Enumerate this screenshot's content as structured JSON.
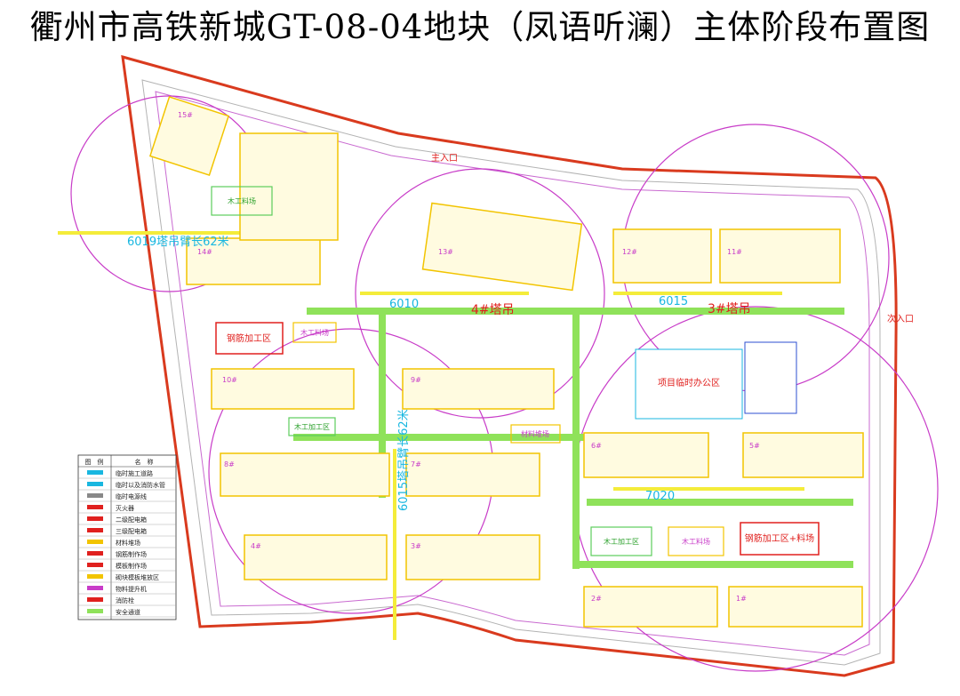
{
  "title": "衢州市高铁新城GT-08-04地块（凤语听澜）主体阶段布置图",
  "gates": {
    "main": "主入口",
    "secondary": "次入口"
  },
  "areas": {
    "rebar_west": "钢筋加工区",
    "wood_top": "木工料场",
    "wood_mid": "木工加工区",
    "wood_se": "木工加工区",
    "rebar_se": "钢筋加工区+料场",
    "yellow_mid": "材料堆场",
    "yellow_top": "木工料场",
    "yellow_se": "木工料场",
    "office": "项目临时办公区"
  },
  "cranes": [
    {
      "label": "4#塔吊"
    },
    {
      "label": "3#塔吊"
    }
  ],
  "crane_ids": {
    "c6019": "6019塔吊臂长62米",
    "c6010": "6010",
    "c6015": "6015",
    "c7020": "7020",
    "vertical": "6015塔吊臂长62米"
  },
  "buildings": [
    "1#",
    "2#",
    "3#",
    "4#",
    "5#",
    "6#",
    "7#",
    "8#",
    "9#",
    "10#",
    "11#",
    "12#",
    "13#",
    "14#",
    "15#"
  ],
  "legend": {
    "header": [
      "图　例",
      "名　称"
    ],
    "items": [
      "临时施工道路",
      "临时以及消防水管",
      "临时电源线",
      "灭火器",
      "二级配电箱",
      "三级配电箱",
      "材料堆场",
      "钢筋制作场",
      "模板制作场",
      "砌块模板堆放区",
      "物料提升机",
      "消防栓",
      "安全通道"
    ]
  },
  "colors": {
    "boundary": "#d93a1e",
    "road": "#8fe25a",
    "crane_circle": "#c83cc8",
    "building": "#f2c400",
    "crane_arrow": "#f4ec3a",
    "label_blue": "#19b7e0",
    "label_red": "#e0201e"
  }
}
